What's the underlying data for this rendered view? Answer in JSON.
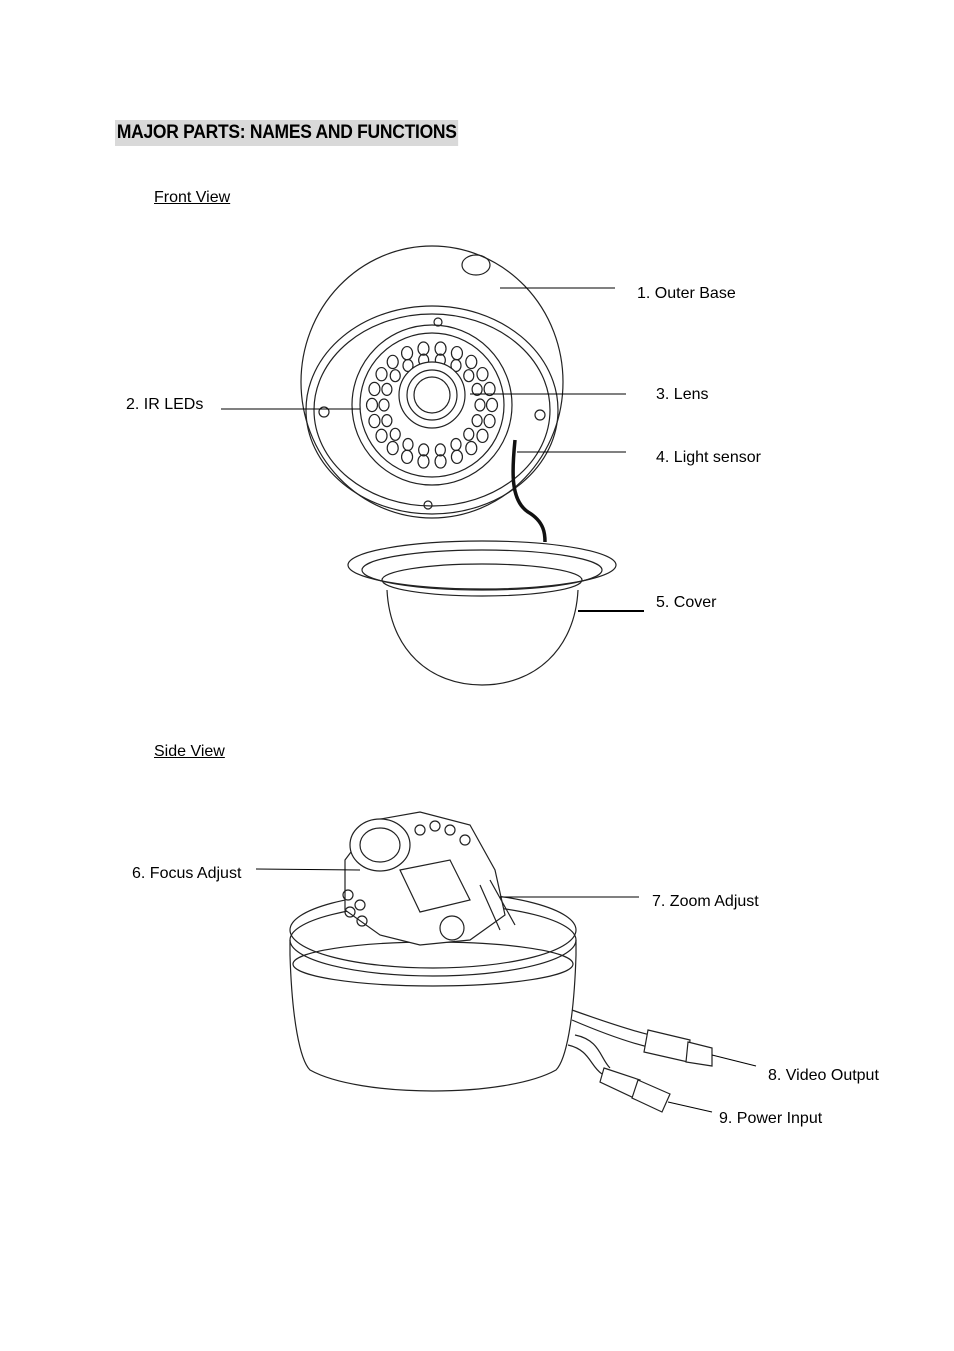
{
  "heading": "MAJOR PARTS: NAMES AND FUNCTIONS",
  "front_view": {
    "title": "Front View",
    "labels": {
      "outer_base": "1. Outer Base",
      "ir_leds": "2. IR LEDs",
      "lens": "3. Lens",
      "light_sensor": "4. Light sensor",
      "cover": "5. Cover"
    }
  },
  "side_view": {
    "title": "Side View",
    "labels": {
      "focus_adjust": "6. Focus Adjust",
      "zoom_adjust": "7. Zoom Adjust",
      "video_output": "8. Video Output",
      "power_input": "9. Power Input"
    }
  }
}
